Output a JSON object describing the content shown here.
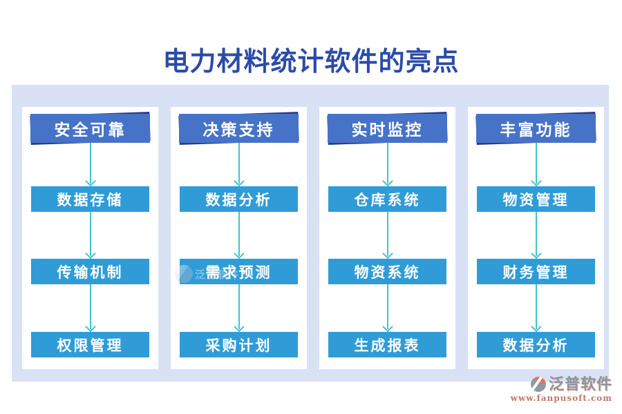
{
  "title": "电力材料统计软件的亮点",
  "columns": [
    {
      "header": "安全可靠",
      "items": [
        "数据存储",
        "传输机制",
        "权限管理"
      ]
    },
    {
      "header": "决策支持",
      "items": [
        "数据分析",
        "需求预测",
        "采购计划"
      ]
    },
    {
      "header": "实时监控",
      "items": [
        "仓库系统",
        "物资系统",
        "生成报表"
      ]
    },
    {
      "header": "丰富功能",
      "items": [
        "物资管理",
        "财务管理",
        "数据分析"
      ]
    }
  ],
  "watermark": {
    "brand": "泛普软件"
  },
  "footer": {
    "brand": "泛普软件",
    "url": "www.fanpusoft.com"
  },
  "colors": {
    "title_blue": "#2b4ba8",
    "header_box_blue": "#4673c8",
    "header_shadow_navy": "#2a3d85",
    "item_box_blue": "#2f9cd7",
    "arrow_teal": "#3fc4cc",
    "panel_lavender": "#d9e2f5",
    "card_white": "#ffffff",
    "brand_gray": "#8d949c",
    "brand_red": "#c1766a"
  }
}
